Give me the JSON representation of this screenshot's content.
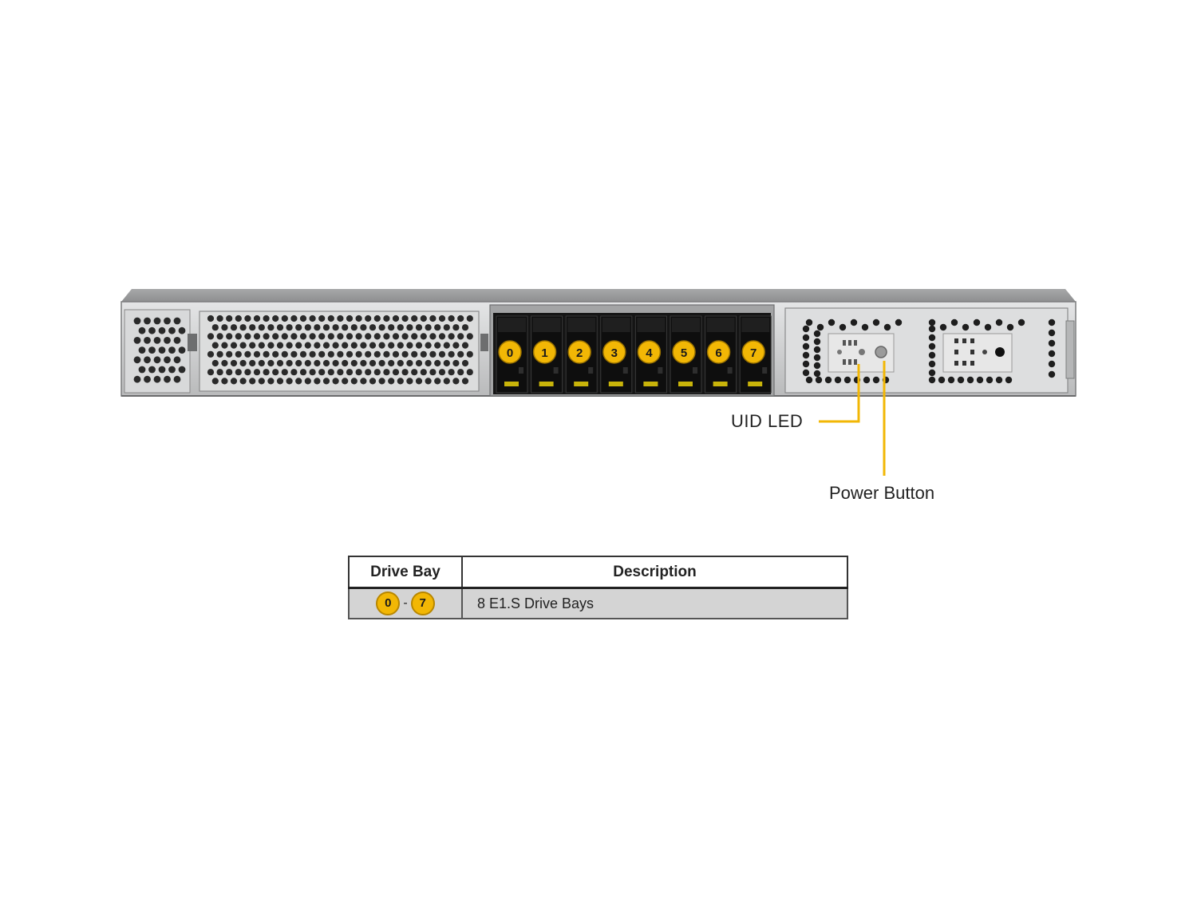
{
  "callouts": {
    "uid_led": "UID  LED",
    "power_button": "Power Button"
  },
  "drive_bays": [
    "0",
    "1",
    "2",
    "3",
    "4",
    "5",
    "6",
    "7"
  ],
  "legend": {
    "header_bay": "Drive Bay",
    "header_description": "Description",
    "rows": [
      {
        "bay_start": "0",
        "separator": "-",
        "bay_end": "7",
        "description": "8 E1.S Drive  Bays"
      }
    ]
  },
  "colors": {
    "accent": "#f2b705",
    "chassis_metal": "#c9cacb",
    "drive_black": "#111111",
    "legend_row_bg": "#d4d4d4"
  }
}
